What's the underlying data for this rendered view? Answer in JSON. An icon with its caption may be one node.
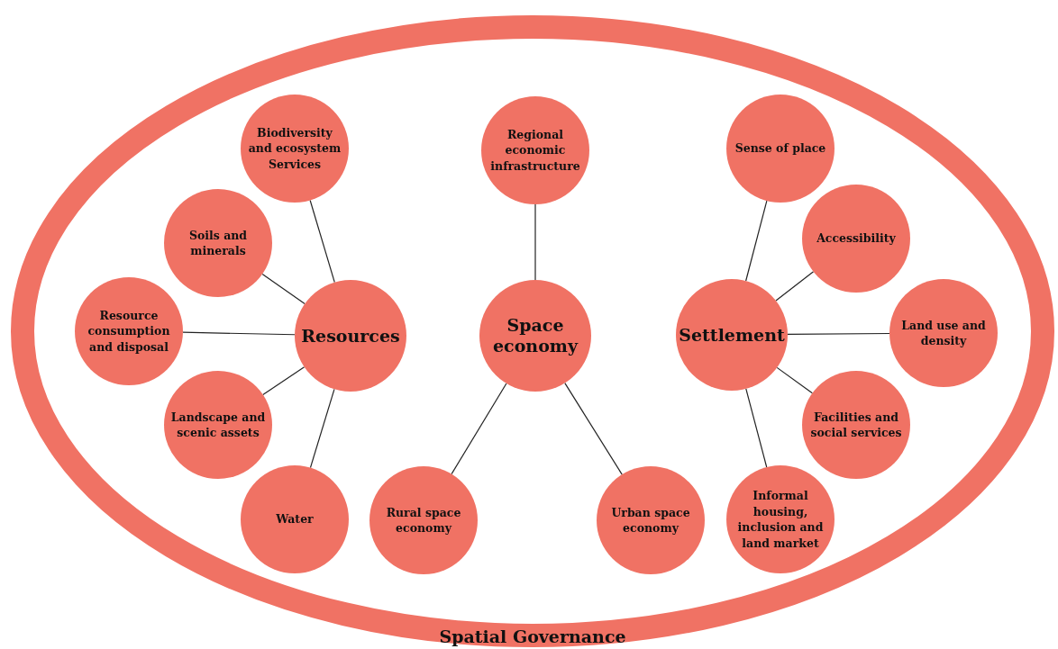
{
  "diagram": {
    "nodes": [
      {
        "text": [
          "Spatial Governance"
        ]
      },
      {
        "text": [
          "Biodiversity and ecosystem Services"
        ],
        "in": 0
      },
      {
        "text": [
          "Regional economic infrastructure"
        ],
        "in": 0
      },
      {
        "text": [
          "Sense of place"
        ],
        "in": 0
      },
      {
        "text": [
          "Soils and minerals"
        ],
        "in": 0
      },
      {
        "text": [
          "Accessibility"
        ],
        "in": 0
      },
      {
        "text": [
          "Resource consumption and disposal"
        ],
        "in": 0
      },
      {
        "text": [
          "Resources"
        ],
        "in": 0
      },
      {
        "text": [
          "Space economy"
        ],
        "in": 0
      },
      {
        "text": [
          "Settlement"
        ],
        "in": 0
      },
      {
        "text": [
          "Land use and density"
        ],
        "in": 0
      },
      {
        "text": [
          "Landscape and scenic assets"
        ],
        "in": 0
      },
      {
        "text": [
          "Facilities and social services"
        ],
        "in": 0
      },
      {
        "text": [
          "Water"
        ],
        "in": 0
      },
      {
        "text": [
          "Rural space economy"
        ],
        "in": 0
      },
      {
        "text": [
          "Urban space economy"
        ],
        "in": 0
      },
      {
        "text": [
          "Informal housing, inclusion and land market"
        ],
        "in": 0
      }
    ],
    "edges": [
      {
        "from": 7,
        "to": 1,
        "arrow": "none"
      },
      {
        "from": 7,
        "to": 4,
        "arrow": "none"
      },
      {
        "from": 7,
        "to": 6,
        "arrow": "none"
      },
      {
        "from": 7,
        "to": 11,
        "arrow": "none"
      },
      {
        "from": 7,
        "to": 13,
        "arrow": "none"
      },
      {
        "from": 8,
        "to": 2,
        "arrow": "none"
      },
      {
        "from": 8,
        "to": 14,
        "arrow": "none"
      },
      {
        "from": 8,
        "to": 15,
        "arrow": "none"
      },
      {
        "from": 9,
        "to": 3,
        "arrow": "none"
      },
      {
        "from": 9,
        "to": 5,
        "arrow": "none"
      },
      {
        "from": 9,
        "to": 10,
        "arrow": "none"
      },
      {
        "from": 9,
        "to": 12,
        "arrow": "none"
      },
      {
        "from": 9,
        "to": 16,
        "arrow": "none"
      }
    ]
  }
}
